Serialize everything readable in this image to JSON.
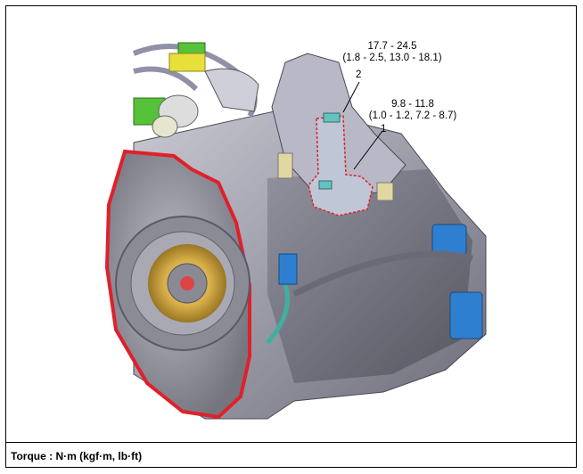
{
  "callouts": [
    {
      "number": "2",
      "torque_nm": "17.7 - 24.5",
      "torque_other": "(1.8 - 2.5, 13.0 - 18.1)"
    },
    {
      "number": "1",
      "torque_nm": "9.8 - 11.8",
      "torque_other": "(1.0 - 1.2, 7.2 - 8.7)"
    }
  ],
  "footer": {
    "torque_units": "Torque : N·m (kgf·m, lb·ft)"
  },
  "colors": {
    "highlight": "#e0202a",
    "body": "#9a9aa8",
    "connector_green": "#56c23a",
    "connector_yellow": "#e8e03a",
    "connector_blue": "#2f7fd0",
    "clutch_gold": "#d8b04a"
  }
}
